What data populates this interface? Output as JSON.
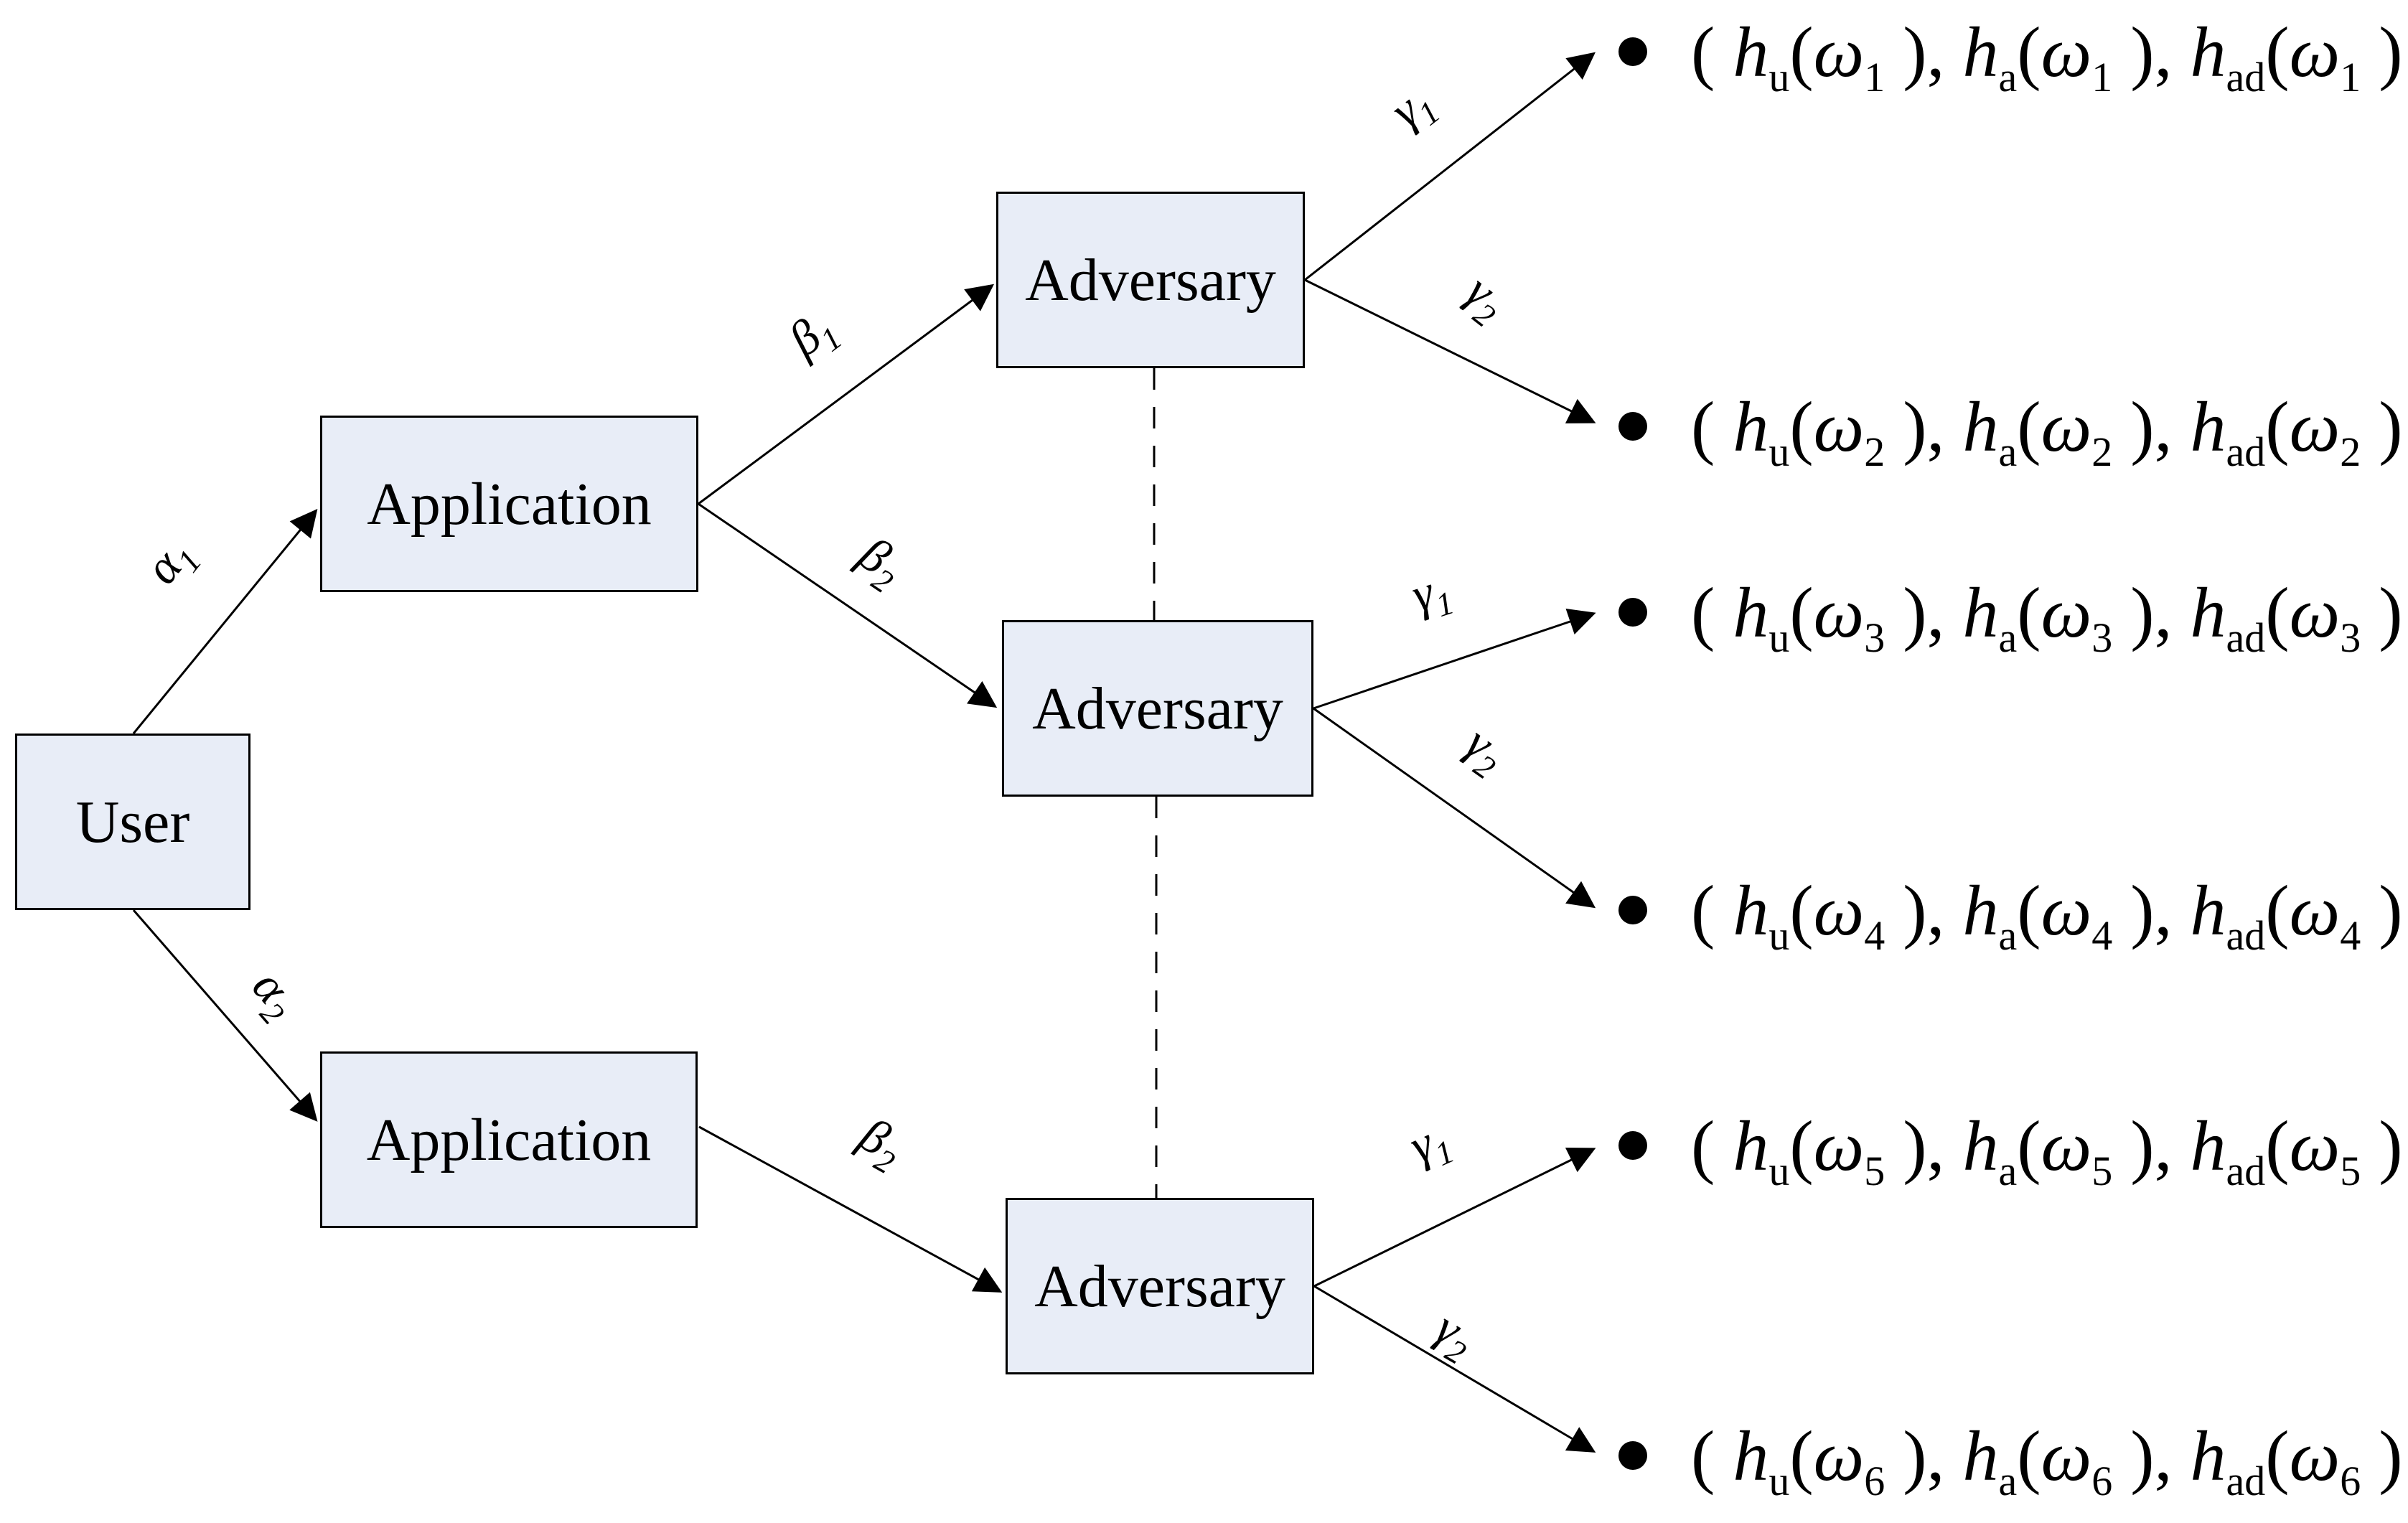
{
  "figure": {
    "description": "Extensive-form game tree with User, Application and Adversary stages leading to payoff outcomes",
    "colors": {
      "background": "#ffffff",
      "box_fill": "#e8edf7",
      "box_border": "#000000",
      "line": "#000000"
    }
  },
  "nodes": {
    "user": {
      "label": "User"
    },
    "application_top": {
      "label": "Application"
    },
    "application_bottom": {
      "label": "Application"
    },
    "adversary_top": {
      "label": "Adversary"
    },
    "adversary_middle": {
      "label": "Adversary"
    },
    "adversary_bottom": {
      "label": "Adversary"
    }
  },
  "edges": {
    "alpha1": {
      "base": "α",
      "sub": "1"
    },
    "alpha2": {
      "base": "α",
      "sub": "2"
    },
    "beta1": {
      "base": "β",
      "sub": "1"
    },
    "beta2": {
      "base": "β",
      "sub": "2"
    },
    "gamma1": {
      "base": "γ",
      "sub": "1"
    },
    "gamma2": {
      "base": "γ",
      "sub": "2"
    }
  },
  "payoff_format": {
    "open": "( ",
    "func_symbol": "h",
    "funcs": [
      "u",
      "a",
      "ad"
    ],
    "omega_symbol": "ω",
    "inner_open": "(",
    "inner_close": " )",
    "separator": ", ",
    "close": " )"
  },
  "leaves": [
    {
      "omega": "1"
    },
    {
      "omega": "2"
    },
    {
      "omega": "3"
    },
    {
      "omega": "4"
    },
    {
      "omega": "5"
    },
    {
      "omega": "6"
    }
  ]
}
